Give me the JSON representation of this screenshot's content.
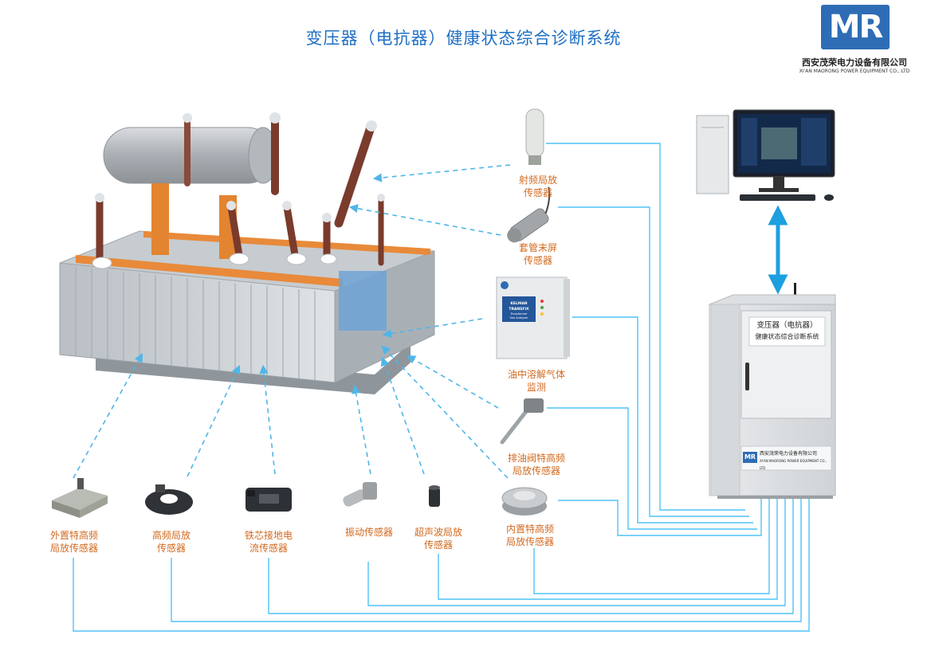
{
  "title": "变压器（电抗器）健康状态综合诊断系统",
  "logo": {
    "mark": "MR",
    "company_cn": "西安茂荣电力设备有限公司",
    "company_en": "XI'AN MAORONG POWER EQUIPMENT CO., LTD"
  },
  "sensors": {
    "rf": [
      "射频局放",
      "传感器"
    ],
    "bushing": [
      "套管末屏",
      "传感器"
    ],
    "dga": [
      "油中溶解气体",
      "监测"
    ],
    "drain_valve": [
      "排油阀特高频",
      "局放传感器"
    ],
    "builtin_uhf": [
      "内置特高频",
      "局放传感器"
    ],
    "external_uhf": [
      "外置特高频",
      "局放传感器"
    ],
    "hf": [
      "高频局放",
      "传感器"
    ],
    "core_ground": [
      "铁芯接地电",
      "流传感器"
    ],
    "vibration": [
      "振动传感器"
    ],
    "ultrasonic": [
      "超声波局放",
      "传感器"
    ]
  },
  "dga_device": {
    "brand": "KELMAN",
    "model": "TRANSFIX",
    "line1": "Transformer",
    "line2": "Gas Analyzer"
  },
  "cabinet": {
    "plate": [
      "变压器（电抗器）",
      "健康状态综合诊断系统"
    ],
    "company_cn": "西安茂荣电力设备有限公司",
    "company_en": "XI'AN MAORONG POWER EQUIPMENT CO., LTD",
    "logo": "MR"
  },
  "colors": {
    "accent": "#1f6fc4",
    "label": "#d2691e",
    "line": "#4fc3f7",
    "arrow": "#1e9fe0"
  }
}
